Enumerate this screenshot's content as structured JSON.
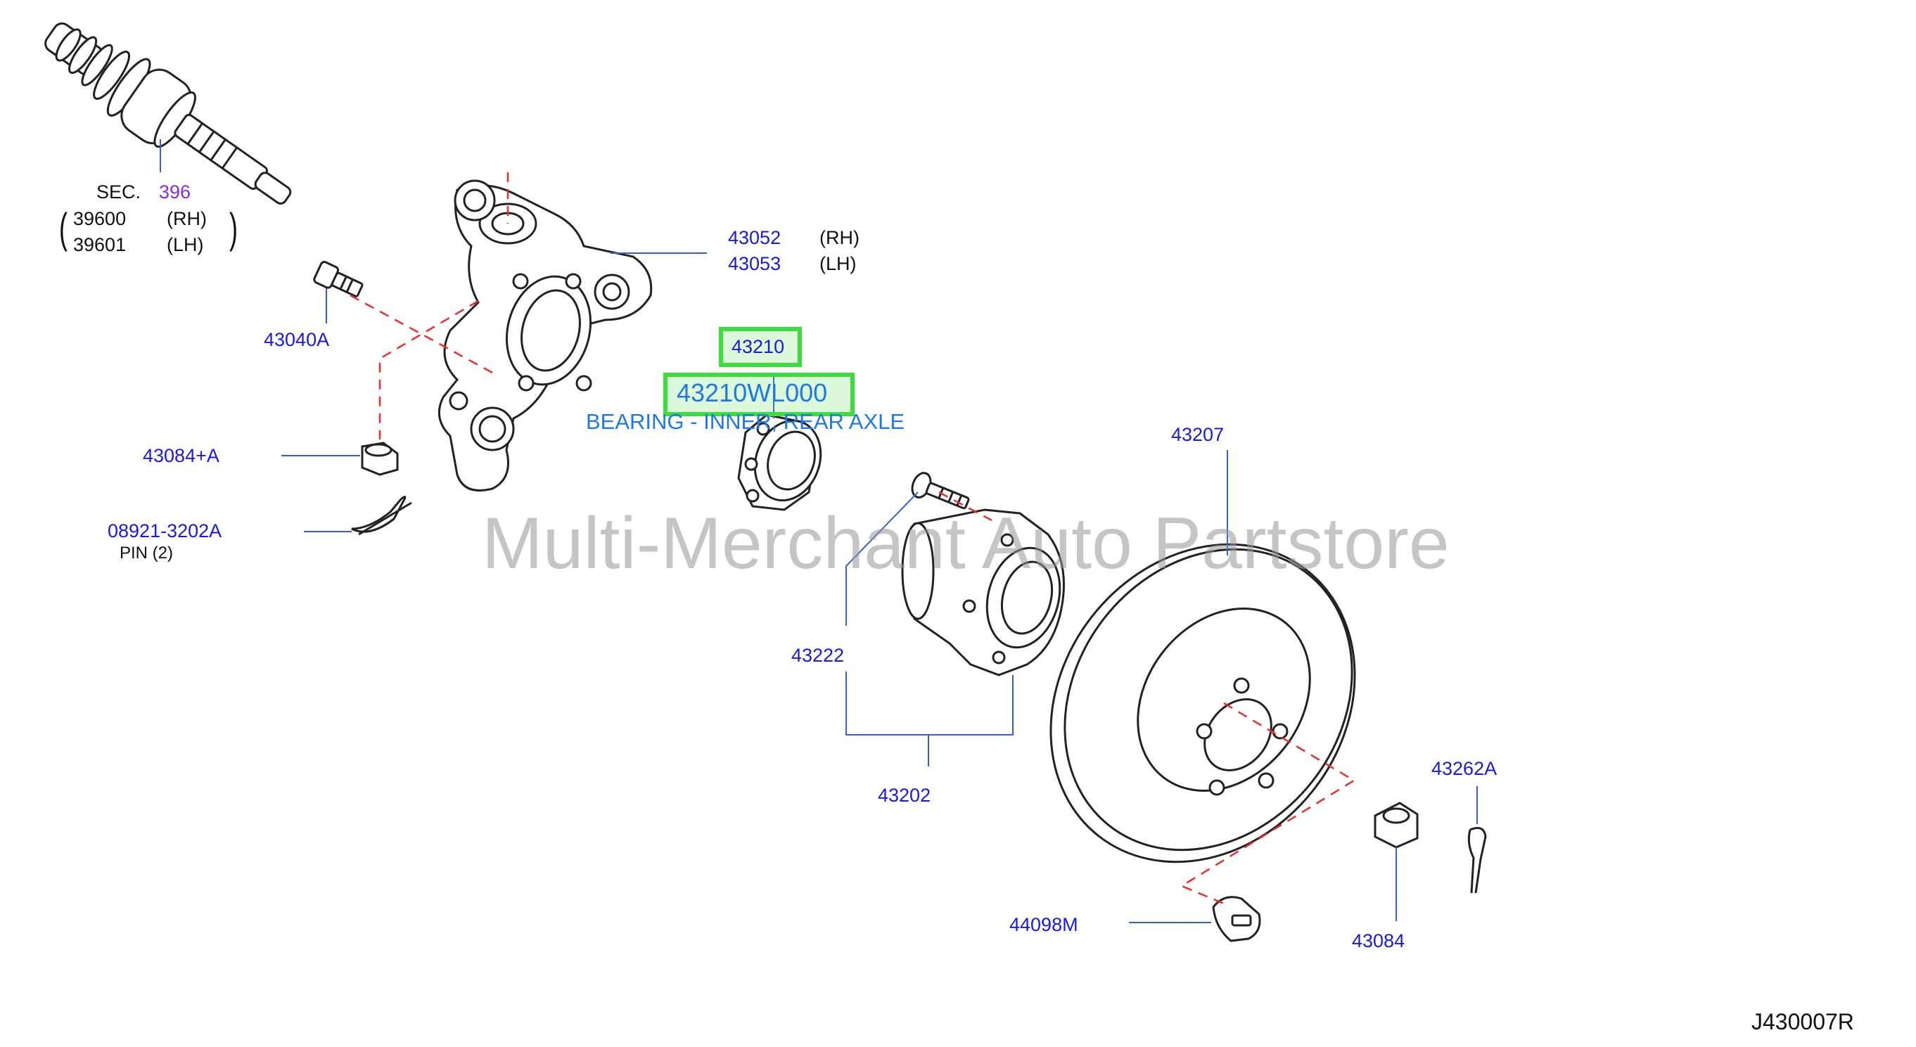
{
  "diagram_id": "J430007R",
  "watermark": "Multi-Merchant Auto Partstore",
  "colors": {
    "label_blue": "#1a1adf",
    "highlight_green": "#3fdc3f",
    "leader_red": "#e53030",
    "description_blue": "#1e78e6",
    "section_purple": "#8a2be2"
  },
  "section_ref": {
    "prefix": "SEC.",
    "number": "396",
    "parts": [
      {
        "number": "39600",
        "side": "(RH)"
      },
      {
        "number": "39601",
        "side": "(LH)"
      }
    ]
  },
  "callouts": {
    "knuckle": {
      "rh": "43052",
      "rh_side": "(RH)",
      "lh": "43053",
      "lh_side": "(LH)"
    },
    "bolt_43040a": "43040A",
    "nut_43084a": "43084+A",
    "pin_08921": "08921-3202A",
    "pin_note": "PIN (2)",
    "bearing": "43210",
    "bearing_part_number": "43210WL000",
    "bearing_description": "BEARING - INNER, REAR AXLE",
    "rotor": "43207",
    "hub_bolt": "43222",
    "hub_assembly": "43202",
    "cotter_pin": "43262A",
    "nut": "43084",
    "plug": "44098M"
  }
}
